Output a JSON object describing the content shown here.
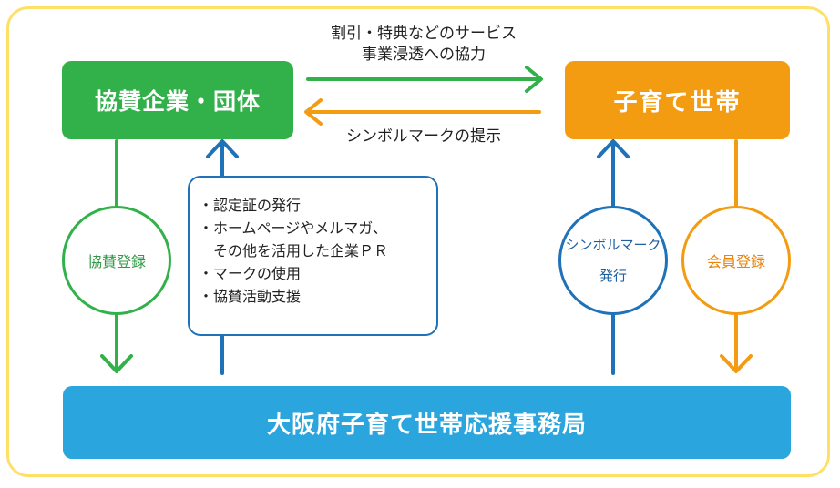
{
  "nodes": {
    "sponsor": "協賛企業・団体",
    "households": "子育て世帯",
    "office": "大阪府子育て世帯応援事務局"
  },
  "edges": {
    "top_line1": "割引・特典などのサービス",
    "top_line2": "事業浸透への協力",
    "bottom": "シンボルマークの提示"
  },
  "benefits": [
    "・認定証の発行",
    "・ホームページやメルマガ、",
    "　その他を活用した企業ＰＲ",
    "・マークの使用",
    "・協賛活動支援"
  ],
  "circles": {
    "sponsor_register": "協賛登録",
    "symbol_issue_line1": "シンボルマーク",
    "symbol_issue_line2": "発行",
    "member_register": "会員登録"
  },
  "colors": {
    "green": "#32b14a",
    "orange": "#f39c12",
    "blue": "#2aa5de",
    "dark_blue": "#1f72b8",
    "frame": "#ffe066"
  }
}
